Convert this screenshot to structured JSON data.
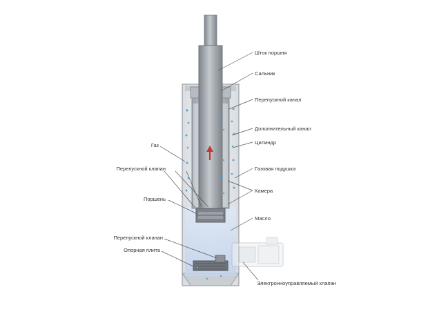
{
  "labels": {
    "rod": "Шток поршня",
    "seal": "Сальник",
    "bypass_channel": "Перепускной канал",
    "extra_channel": "Дополнительный канал",
    "cylinder": "Цилиндр",
    "gas_cushion": "Газовая подушка",
    "chamber": "Камера",
    "oil": "Масло",
    "electronic_valve": "Электронноуправляемый клапан",
    "gas": "Газ",
    "bypass_valve_upper": "Перепускной клапан",
    "piston": "Поршень",
    "bypass_valve_lower": "Перепускной клапан",
    "base_plate": "Опорная плита"
  },
  "colors": {
    "metal_dark": "#8d9399",
    "metal_light": "#d3d7db",
    "housing": "#e6e9ec",
    "oil_fill": "#cfdcf0",
    "gas_bubbles": "#5aa7d6",
    "arrow": "#c0392b",
    "leader_line": "#555555"
  },
  "icons": {
    "flow_arrow": "up-arrow-icon"
  }
}
